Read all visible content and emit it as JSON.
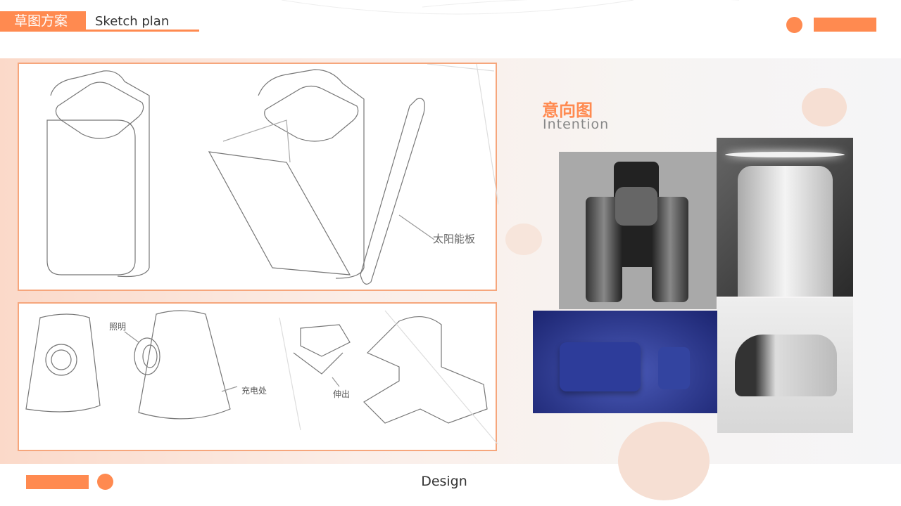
{
  "header": {
    "title_cn": "草图方案",
    "title_en": "Sketch plan"
  },
  "sketches": {
    "solar_panel_label": "太阳能板",
    "lighting_label": "照明",
    "charging_label": "充电处",
    "extend_label": "伸出"
  },
  "intention": {
    "title_cn": "意向图",
    "title_en": "Intention"
  },
  "footer": {
    "label": "Design"
  },
  "colors": {
    "accent": "#ff8a50",
    "panel_border": "#f6a67c",
    "circle": "#f6dfd3"
  }
}
